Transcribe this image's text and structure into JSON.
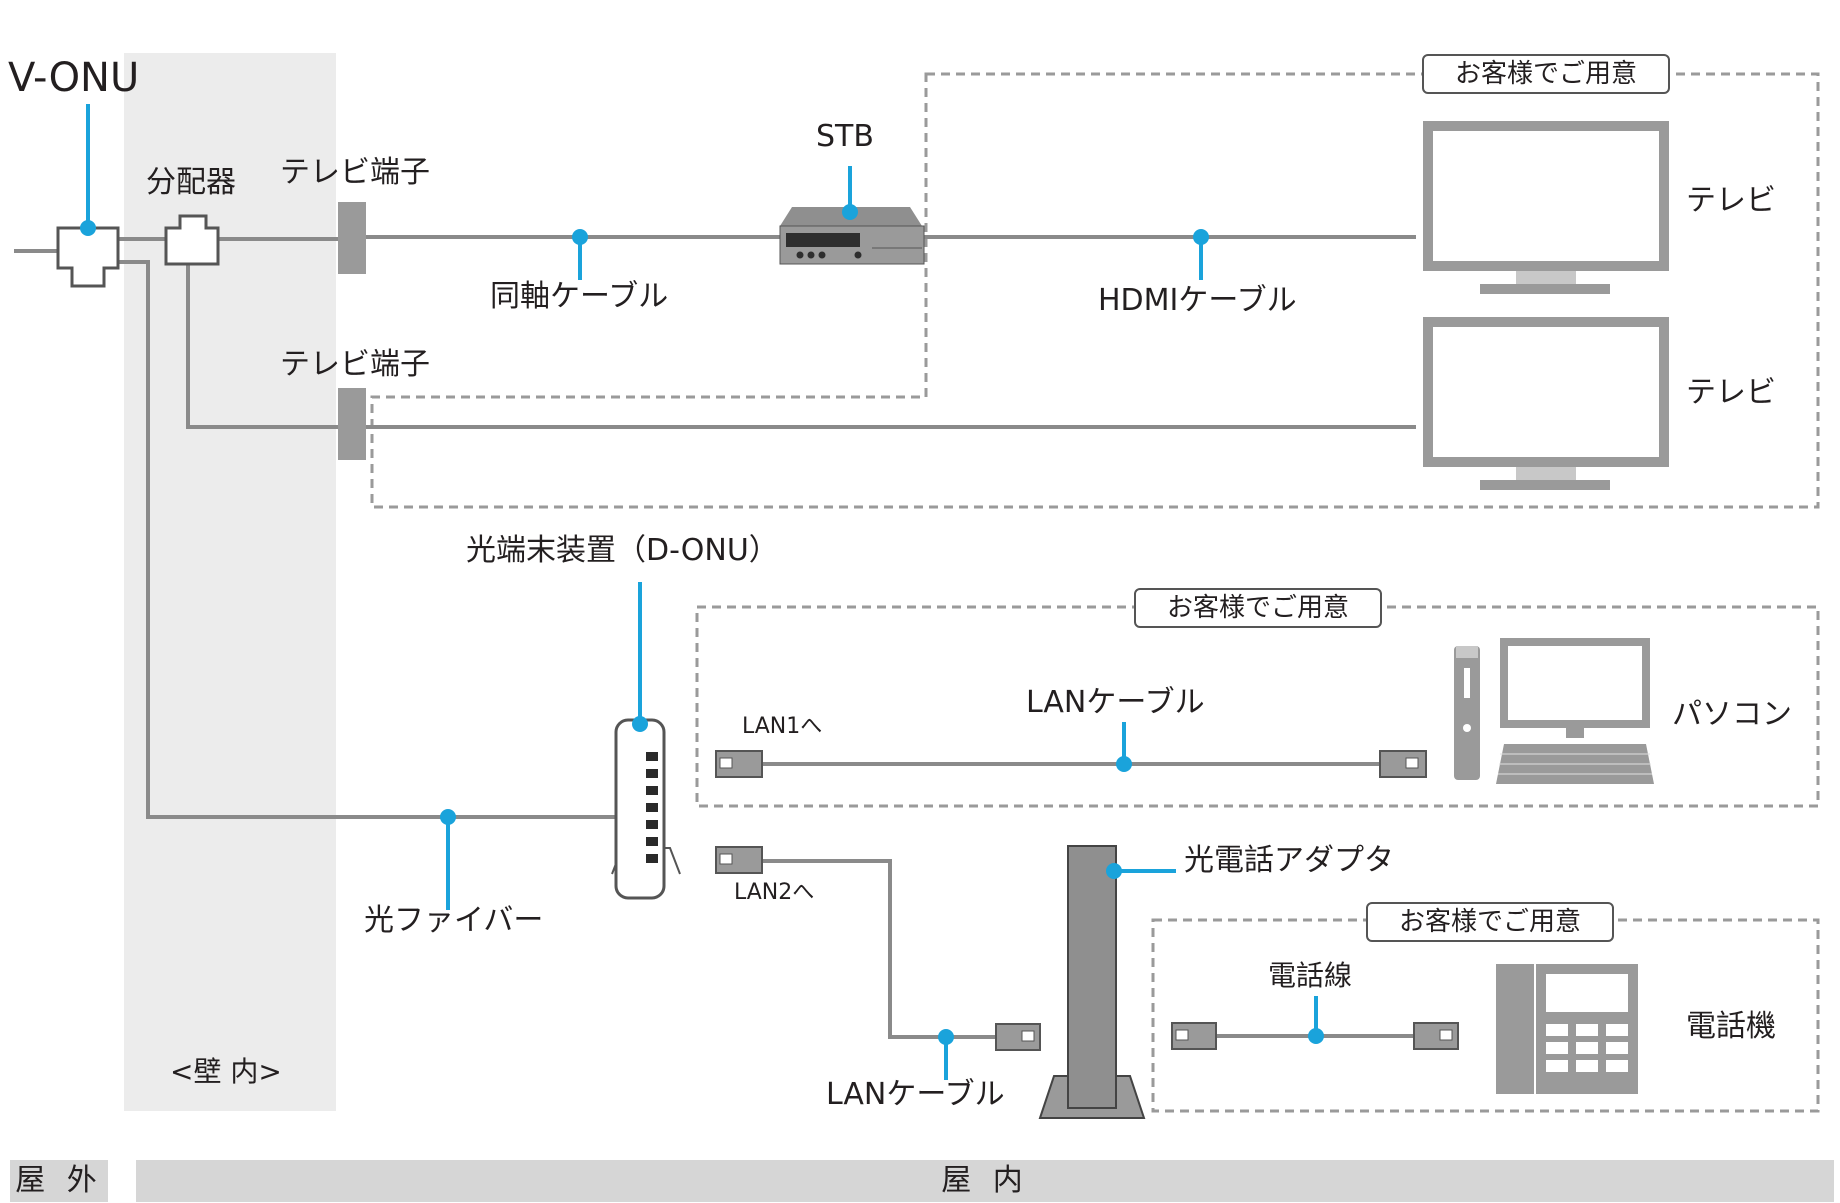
{
  "labels": {
    "v_onu": "V-ONU",
    "splitter": "分配器",
    "tv_terminal_top": "テレビ端子",
    "tv_terminal_bottom": "テレビ端子",
    "stb": "STB",
    "coax_cable": "同軸ケーブル",
    "hdmi_cable": "HDMIケーブル",
    "tv_top": "テレビ",
    "tv_bottom": "テレビ",
    "customer_prepared_1": "お客様でご用意",
    "customer_prepared_2": "お客様でご用意",
    "customer_prepared_3": "お客様でご用意",
    "d_onu": "光端末装置（D-ONU）",
    "lan1": "LAN1へ",
    "lan2": "LAN2へ",
    "lan_cable_pc": "LANケーブル",
    "lan_cable_adapter": "LANケーブル",
    "pc": "パソコン",
    "optical_fiber": "光ファイバー",
    "phone_adapter": "光電話アダプタ",
    "phone_line": "電話線",
    "telephone": "電話機",
    "in_wall": "<壁 内>",
    "outdoor": "屋 外",
    "indoor": "屋 内"
  },
  "colors": {
    "callout": "#1aa3db",
    "line": "#8a8a8a",
    "device": "#9a9a9a",
    "wall_zone": "#ececec",
    "band": "#d6d6d6",
    "dash": "#9a9a9a"
  }
}
